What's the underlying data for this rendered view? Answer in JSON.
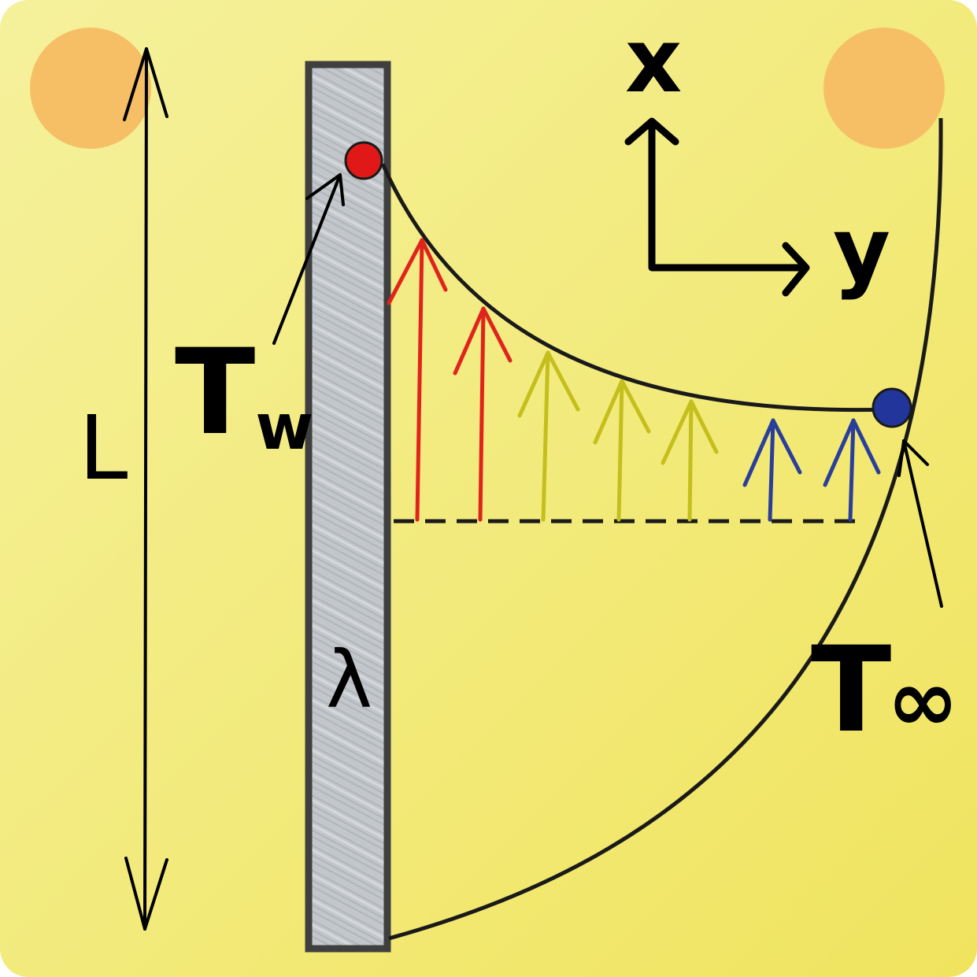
{
  "labels": {
    "length": "L",
    "wall_temp": "T",
    "wall_temp_sub": "w",
    "ambient_temp": "T",
    "ambient_temp_sub": "∞",
    "conductivity": "λ",
    "axis_x": "x",
    "axis_y": "y"
  },
  "colors": {
    "background_light": "#f5f19c",
    "background_dark": "#f0e45e",
    "corner_dot": "#f6bf66",
    "wall_fill": "#c3c7cb",
    "wall_border": "#3f3f3f",
    "wall_point": "#e01818",
    "ambient_point": "#22359a",
    "arrow_hot": "#e0241c",
    "arrow_mid": "#c4bf1c",
    "arrow_cold": "#2a3f9a",
    "line": "#1a1a1a"
  },
  "velocity_profile": {
    "arrow_colors": [
      "hot",
      "hot",
      "mid",
      "mid",
      "mid",
      "cold",
      "cold"
    ]
  }
}
